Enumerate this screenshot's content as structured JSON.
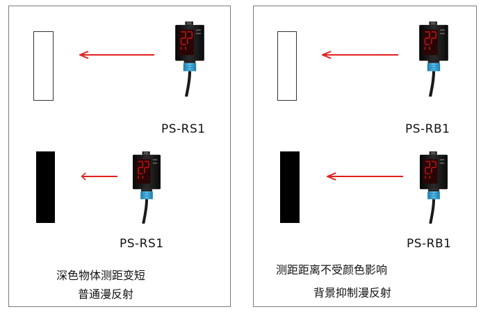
{
  "colors": {
    "target_light": "#ffffff",
    "target_dark": "#000000",
    "beam": "#e0201c",
    "sensor_body": "#151515",
    "display_led": "#b81515",
    "cable_collar": "#3aa9dc"
  },
  "icons": [
    "photoelectric-sensor-icon",
    "arrow-left-icon"
  ],
  "left_panel": {
    "top_model": "PS-RS1",
    "bottom_model": "PS-RS1",
    "caption_line1": "深色物体测距变短",
    "caption_line2": "普通漫反射"
  },
  "right_panel": {
    "top_model": "PS-RB1",
    "bottom_model": "PS-RB1",
    "caption_line1": "测距距离不受颜色影响",
    "caption_line2": "背景抑制漫反射"
  }
}
